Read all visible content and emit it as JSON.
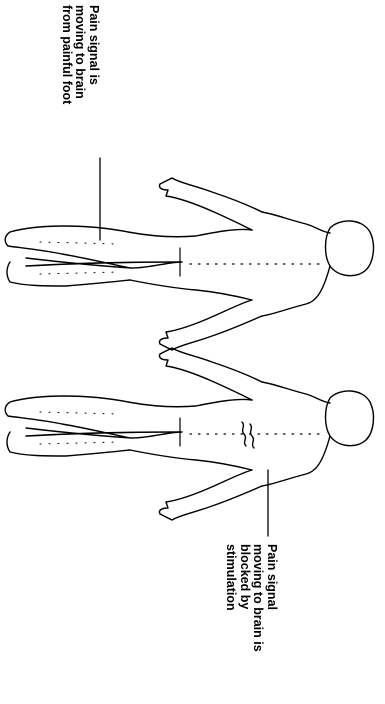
{
  "labels": {
    "top": {
      "lines": [
        "Pain signal is",
        "moving to brain",
        "from painful foot"
      ]
    },
    "bottom": {
      "lines": [
        "Pain signal",
        "moving to brain is",
        "blocked by",
        "stimulation"
      ]
    }
  },
  "figures": [
    {
      "name": "upper-body-outline",
      "annotation": "pain-signal-path"
    },
    {
      "name": "lower-body-outline",
      "annotation": "blocked-signal-path"
    }
  ],
  "colors": {
    "line": "#000000",
    "background": "#ffffff"
  }
}
